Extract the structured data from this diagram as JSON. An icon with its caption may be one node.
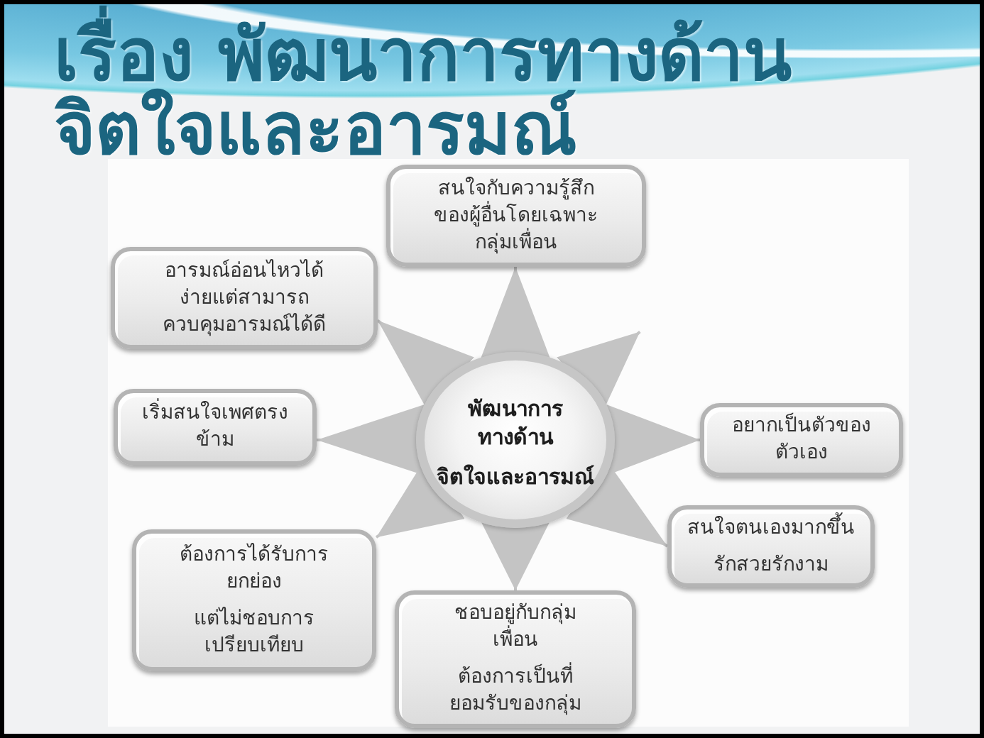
{
  "diagram": {
    "title": "เรื่อง พัฒนาการทางด้านจิตใจและอารมณ์",
    "nodes": [
      {
        "text": [
          "พัฒนาการทางด้าน",
          "จิตใจและอารมณ์"
        ]
      },
      {
        "text": [
          "สนใจกับความรู้สึกของผู้อื่นโดยเฉพาะกลุ่มเพื่อน"
        ]
      },
      {
        "text": [
          "อารมณ์อ่อนไหวได้ง่ายแต่สามารถควบคุมอารมณ์ได้ดี"
        ]
      },
      {
        "text": [
          "เริ่มสนใจเพศตรงข้าม"
        ]
      },
      {
        "text": [
          "อยากเป็นตัวของตัวเอง"
        ]
      },
      {
        "text": [
          "สนใจตนเองมากขึ้น",
          "รักสวยรักงาม"
        ]
      },
      {
        "text": [
          "ต้องการได้รับการยกย่อง",
          "แต่ไม่ชอบการเปรียบเทียบ"
        ]
      },
      {
        "text": [
          "ชอบอยู่กับกลุ่มเพื่อน",
          "ต้องการเป็นที่ยอมรับของกลุ่ม"
        ]
      }
    ],
    "edges": [
      {
        "from": 0,
        "to": 1,
        "arrow": "to"
      },
      {
        "from": 0,
        "to": 2,
        "arrow": "to"
      },
      {
        "from": 0,
        "to": 3,
        "arrow": "to"
      },
      {
        "from": 0,
        "to": 4,
        "arrow": "to"
      },
      {
        "from": 0,
        "to": 5,
        "arrow": "to"
      },
      {
        "from": 0,
        "to": 6,
        "arrow": "to"
      },
      {
        "from": 0,
        "to": 7,
        "arrow": "to"
      },
      {
        "from": 0,
        "to": null,
        "arrow": "to"
      }
    ]
  }
}
